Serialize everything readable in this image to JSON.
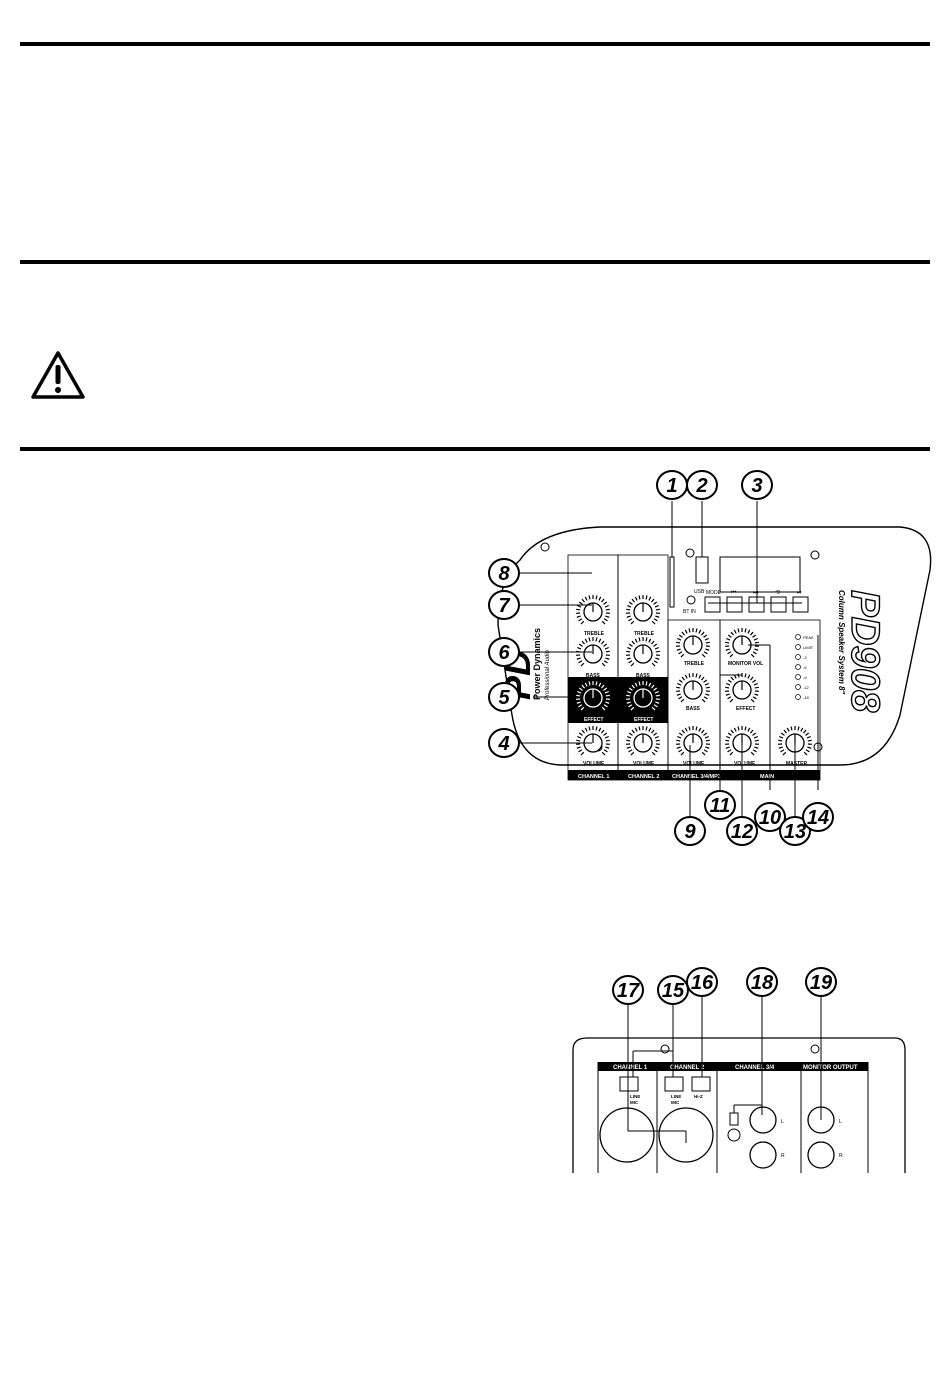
{
  "panel_top": {
    "brand_name": "Power Dynamics",
    "brand_sub": "Professional Audio",
    "model": "PD908",
    "model_sub": "Column Speaker System 8\"",
    "buttons": [
      "MODE",
      "⏮",
      "⏭",
      "⟲",
      "⏯"
    ],
    "usb_label": "USB",
    "bt_label": "BT IN",
    "knob_labels": {
      "treble": "TREBLE",
      "bass": "BASS",
      "effect": "EFFECT",
      "volume": "VOLUME",
      "monitor_vol": "MONITOR VOL",
      "master": "MASTER"
    },
    "channel_labels": [
      "CHANNEL 1",
      "CHANNEL 2",
      "CHANNEL 3/4/MP3",
      "MAIN"
    ],
    "level_labels": [
      "PEAK",
      "LIMIT",
      "-3",
      "-6",
      "-9",
      "-12",
      "-18"
    ],
    "callouts": [
      "1",
      "2",
      "3",
      "4",
      "5",
      "6",
      "7",
      "8",
      "9",
      "10",
      "11",
      "12",
      "13",
      "14"
    ]
  },
  "panel_bottom": {
    "section_labels": [
      "CHANNEL 1",
      "CHANNEL 2",
      "CHANNEL 3/4",
      "MONITOR OUTPUT"
    ],
    "switch_labels": [
      "LINE",
      "MIC",
      "LINE",
      "MIC",
      "Hi-Z"
    ],
    "jack_labels": [
      "L",
      "R",
      "L",
      "R"
    ],
    "callouts": [
      "15",
      "16",
      "17",
      "18",
      "19"
    ]
  }
}
